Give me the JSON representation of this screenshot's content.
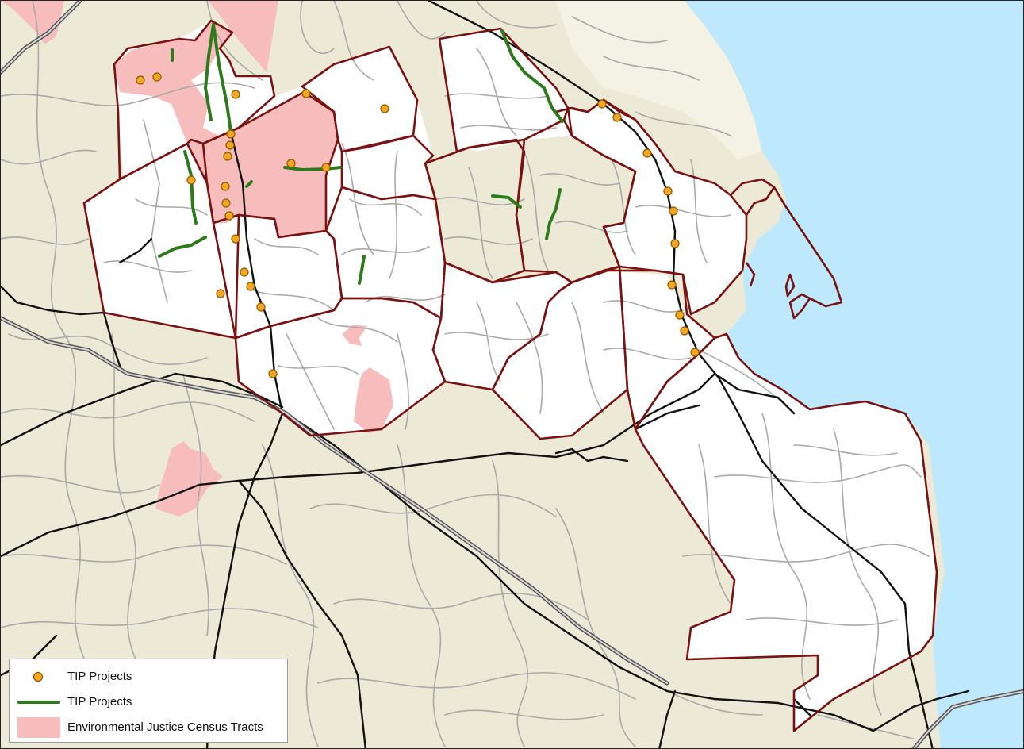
{
  "colors": {
    "water": "#bee8fb",
    "land": "#ece9d6",
    "region": "#ffffff",
    "boundary": "#7a1212",
    "ej_tract": "#f7bcbc",
    "tip_point": "#f5a623",
    "tip_point_outline": "#8a5a00",
    "tip_line": "#2d7a1b",
    "road_minor": "#a9a9a9",
    "road_major": "#111111"
  },
  "legend": {
    "items": [
      {
        "label": "TIP Projects",
        "symbol": "point-icon"
      },
      {
        "label": "TIP Projects",
        "symbol": "line-icon"
      },
      {
        "label": "Environmental Justice Census Tracts",
        "symbol": "polygon-icon"
      }
    ]
  }
}
